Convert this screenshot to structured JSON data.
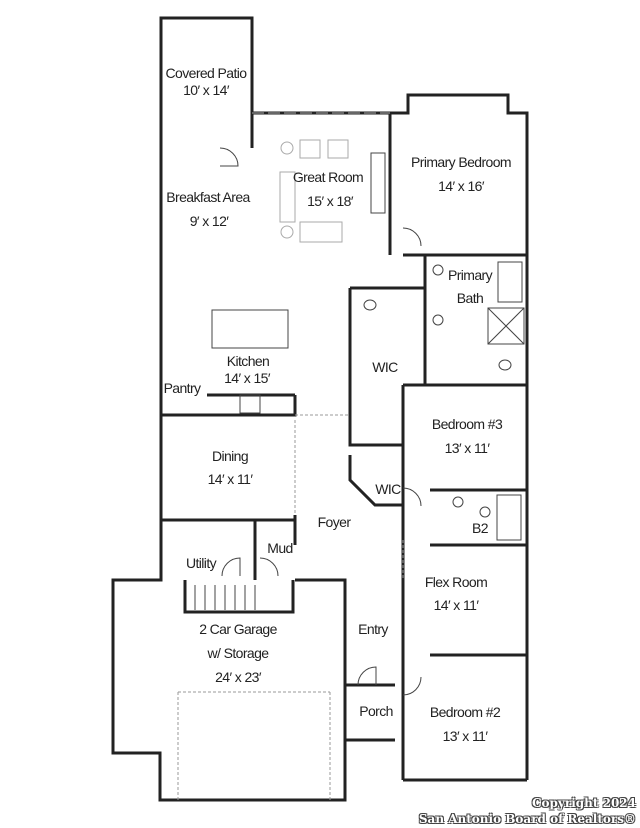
{
  "rooms": {
    "covered_patio": {
      "name": "Covered Patio",
      "size": "10′ x 14′"
    },
    "great_room": {
      "name": "Great Room",
      "size": "15′ x 18′"
    },
    "primary_bedroom": {
      "name": "Primary Bedroom",
      "size": "14′ x 16′"
    },
    "breakfast_area": {
      "name": "Breakfast Area",
      "size": "9′ x 12′"
    },
    "primary_bath": {
      "name_line1": "Primary",
      "name_line2": "Bath"
    },
    "kitchen": {
      "name": "Kitchen",
      "size": "14′ x 15′"
    },
    "pantry": {
      "name": "Pantry"
    },
    "wic_primary": {
      "name": "WIC"
    },
    "bedroom3": {
      "name": "Bedroom #3",
      "size": "13′ x 11′"
    },
    "dining": {
      "name": "Dining",
      "size": "14′ x 11′"
    },
    "wic_bed3": {
      "name": "WIC"
    },
    "foyer": {
      "name": "Foyer"
    },
    "b2": {
      "name": "B2"
    },
    "utility": {
      "name": "Utility"
    },
    "mud": {
      "name": "Mud"
    },
    "flex_room": {
      "name": "Flex Room",
      "size": "14′ x 11′"
    },
    "garage": {
      "name_line1": "2 Car Garage",
      "name_line2": "w/ Storage",
      "size": "24′ x 23′"
    },
    "entry": {
      "name": "Entry"
    },
    "porch": {
      "name": "Porch"
    },
    "bedroom2": {
      "name": "Bedroom #2",
      "size": "13′ x 11′"
    }
  },
  "watermark": {
    "line1": "Copyright 2024",
    "line2": "San Antonio Board of Realtors®"
  }
}
